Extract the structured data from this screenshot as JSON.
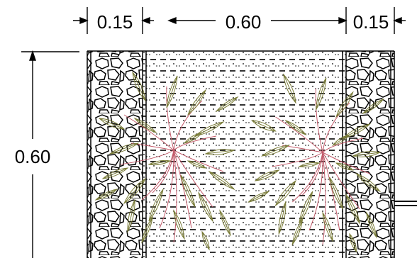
{
  "dimensions": {
    "left_wall_width": "0.15",
    "core_width": "0.60",
    "right_wall_width": "0.15",
    "height": "0.60"
  },
  "colors": {
    "line": "#000000",
    "leaf": "#7b7d3a",
    "root": "#c25a6a",
    "background": "#ffffff"
  },
  "materials": {
    "side_fill": "stone-icon",
    "core_fill": "soil-hatch"
  }
}
